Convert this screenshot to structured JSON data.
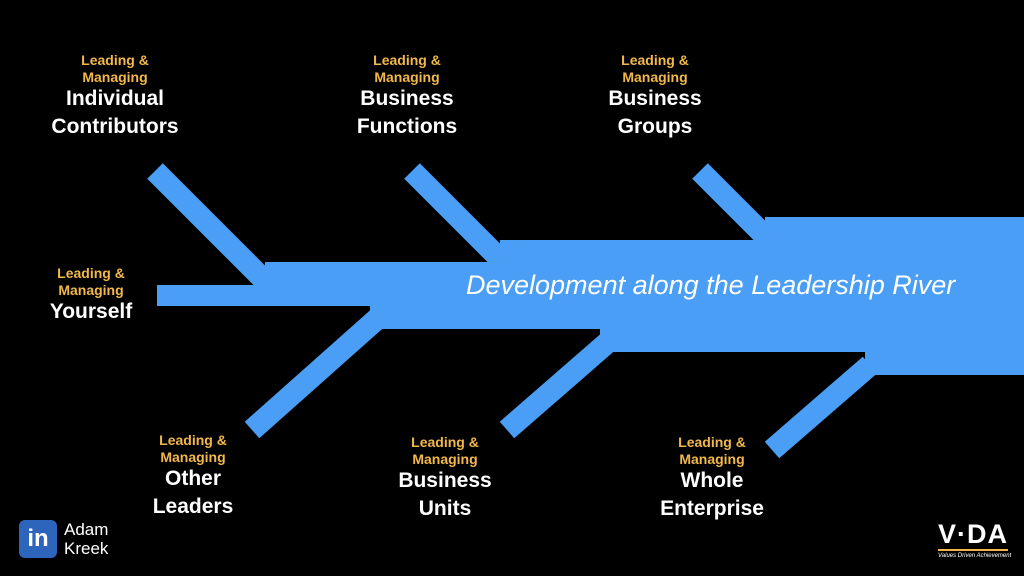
{
  "river": {
    "title": "Development along the Leadership River",
    "color": "#4a9ef5"
  },
  "branches": [
    {
      "top": "Leading &",
      "top2": "Managing",
      "main1": "Individual",
      "main2": "Contributors"
    },
    {
      "top": "Leading &",
      "top2": "Managing",
      "main1": "Business",
      "main2": "Functions"
    },
    {
      "top": "Leading &",
      "top2": "Managing",
      "main1": "Business",
      "main2": "Groups"
    },
    {
      "top": "Leading &",
      "top2": "Managing",
      "main1": "Yourself"
    },
    {
      "top": "Leading &",
      "top2": "Managing",
      "main1": "Other",
      "main2": "Leaders"
    },
    {
      "top": "Leading &",
      "top2": "Managing",
      "main1": "Business",
      "main2": "Units"
    },
    {
      "top": "Leading &",
      "top2": "Managing",
      "main1": "Whole",
      "main2": "Enterprise"
    }
  ],
  "footer": {
    "linkedin_icon": "in",
    "author_first": "Adam",
    "author_last": "Kreek",
    "logo": "V·DA",
    "logo_tagline": "Values Driven Achievement"
  },
  "colors": {
    "accent": "#f2b84b",
    "river": "#4a9ef5",
    "background": "#000000"
  }
}
